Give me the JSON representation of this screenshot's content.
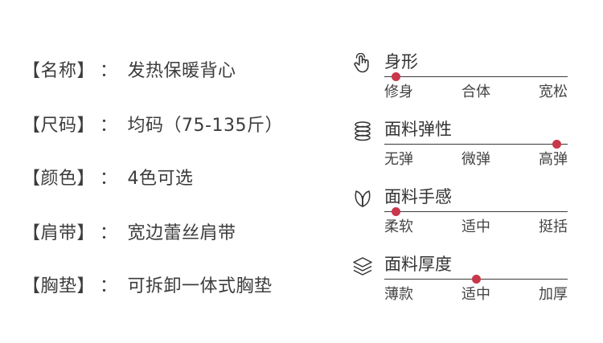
{
  "specs": [
    {
      "label": "【名称】",
      "value": "发热保暖背心"
    },
    {
      "label": "【尺码】",
      "value": "均码（75-135斤）"
    },
    {
      "label": "【颜色】",
      "value": "4色可选"
    },
    {
      "label": "【肩带】",
      "value": "宽边蕾丝肩带"
    },
    {
      "label": "【胸垫】",
      "value": "可拆卸一体式胸垫"
    }
  ],
  "separator": "：",
  "attributes": [
    {
      "title": "身形",
      "icon": "hand-pointer-icon",
      "options": [
        "修身",
        "合体",
        "宽松"
      ],
      "level": 0.0
    },
    {
      "title": "面料弹性",
      "icon": "spring-coil-icon",
      "options": [
        "无弹",
        "微弹",
        "高弹"
      ],
      "level": 1.0
    },
    {
      "title": "面料手感",
      "icon": "leaf-icon",
      "options": [
        "柔软",
        "适中",
        "挺括"
      ],
      "level": 0.0
    },
    {
      "title": "面料厚度",
      "icon": "layers-icon",
      "options": [
        "薄款",
        "适中",
        "加厚"
      ],
      "level": 0.5
    }
  ],
  "colors": {
    "accent": "#c8374a",
    "text": "#3a3a3a"
  }
}
